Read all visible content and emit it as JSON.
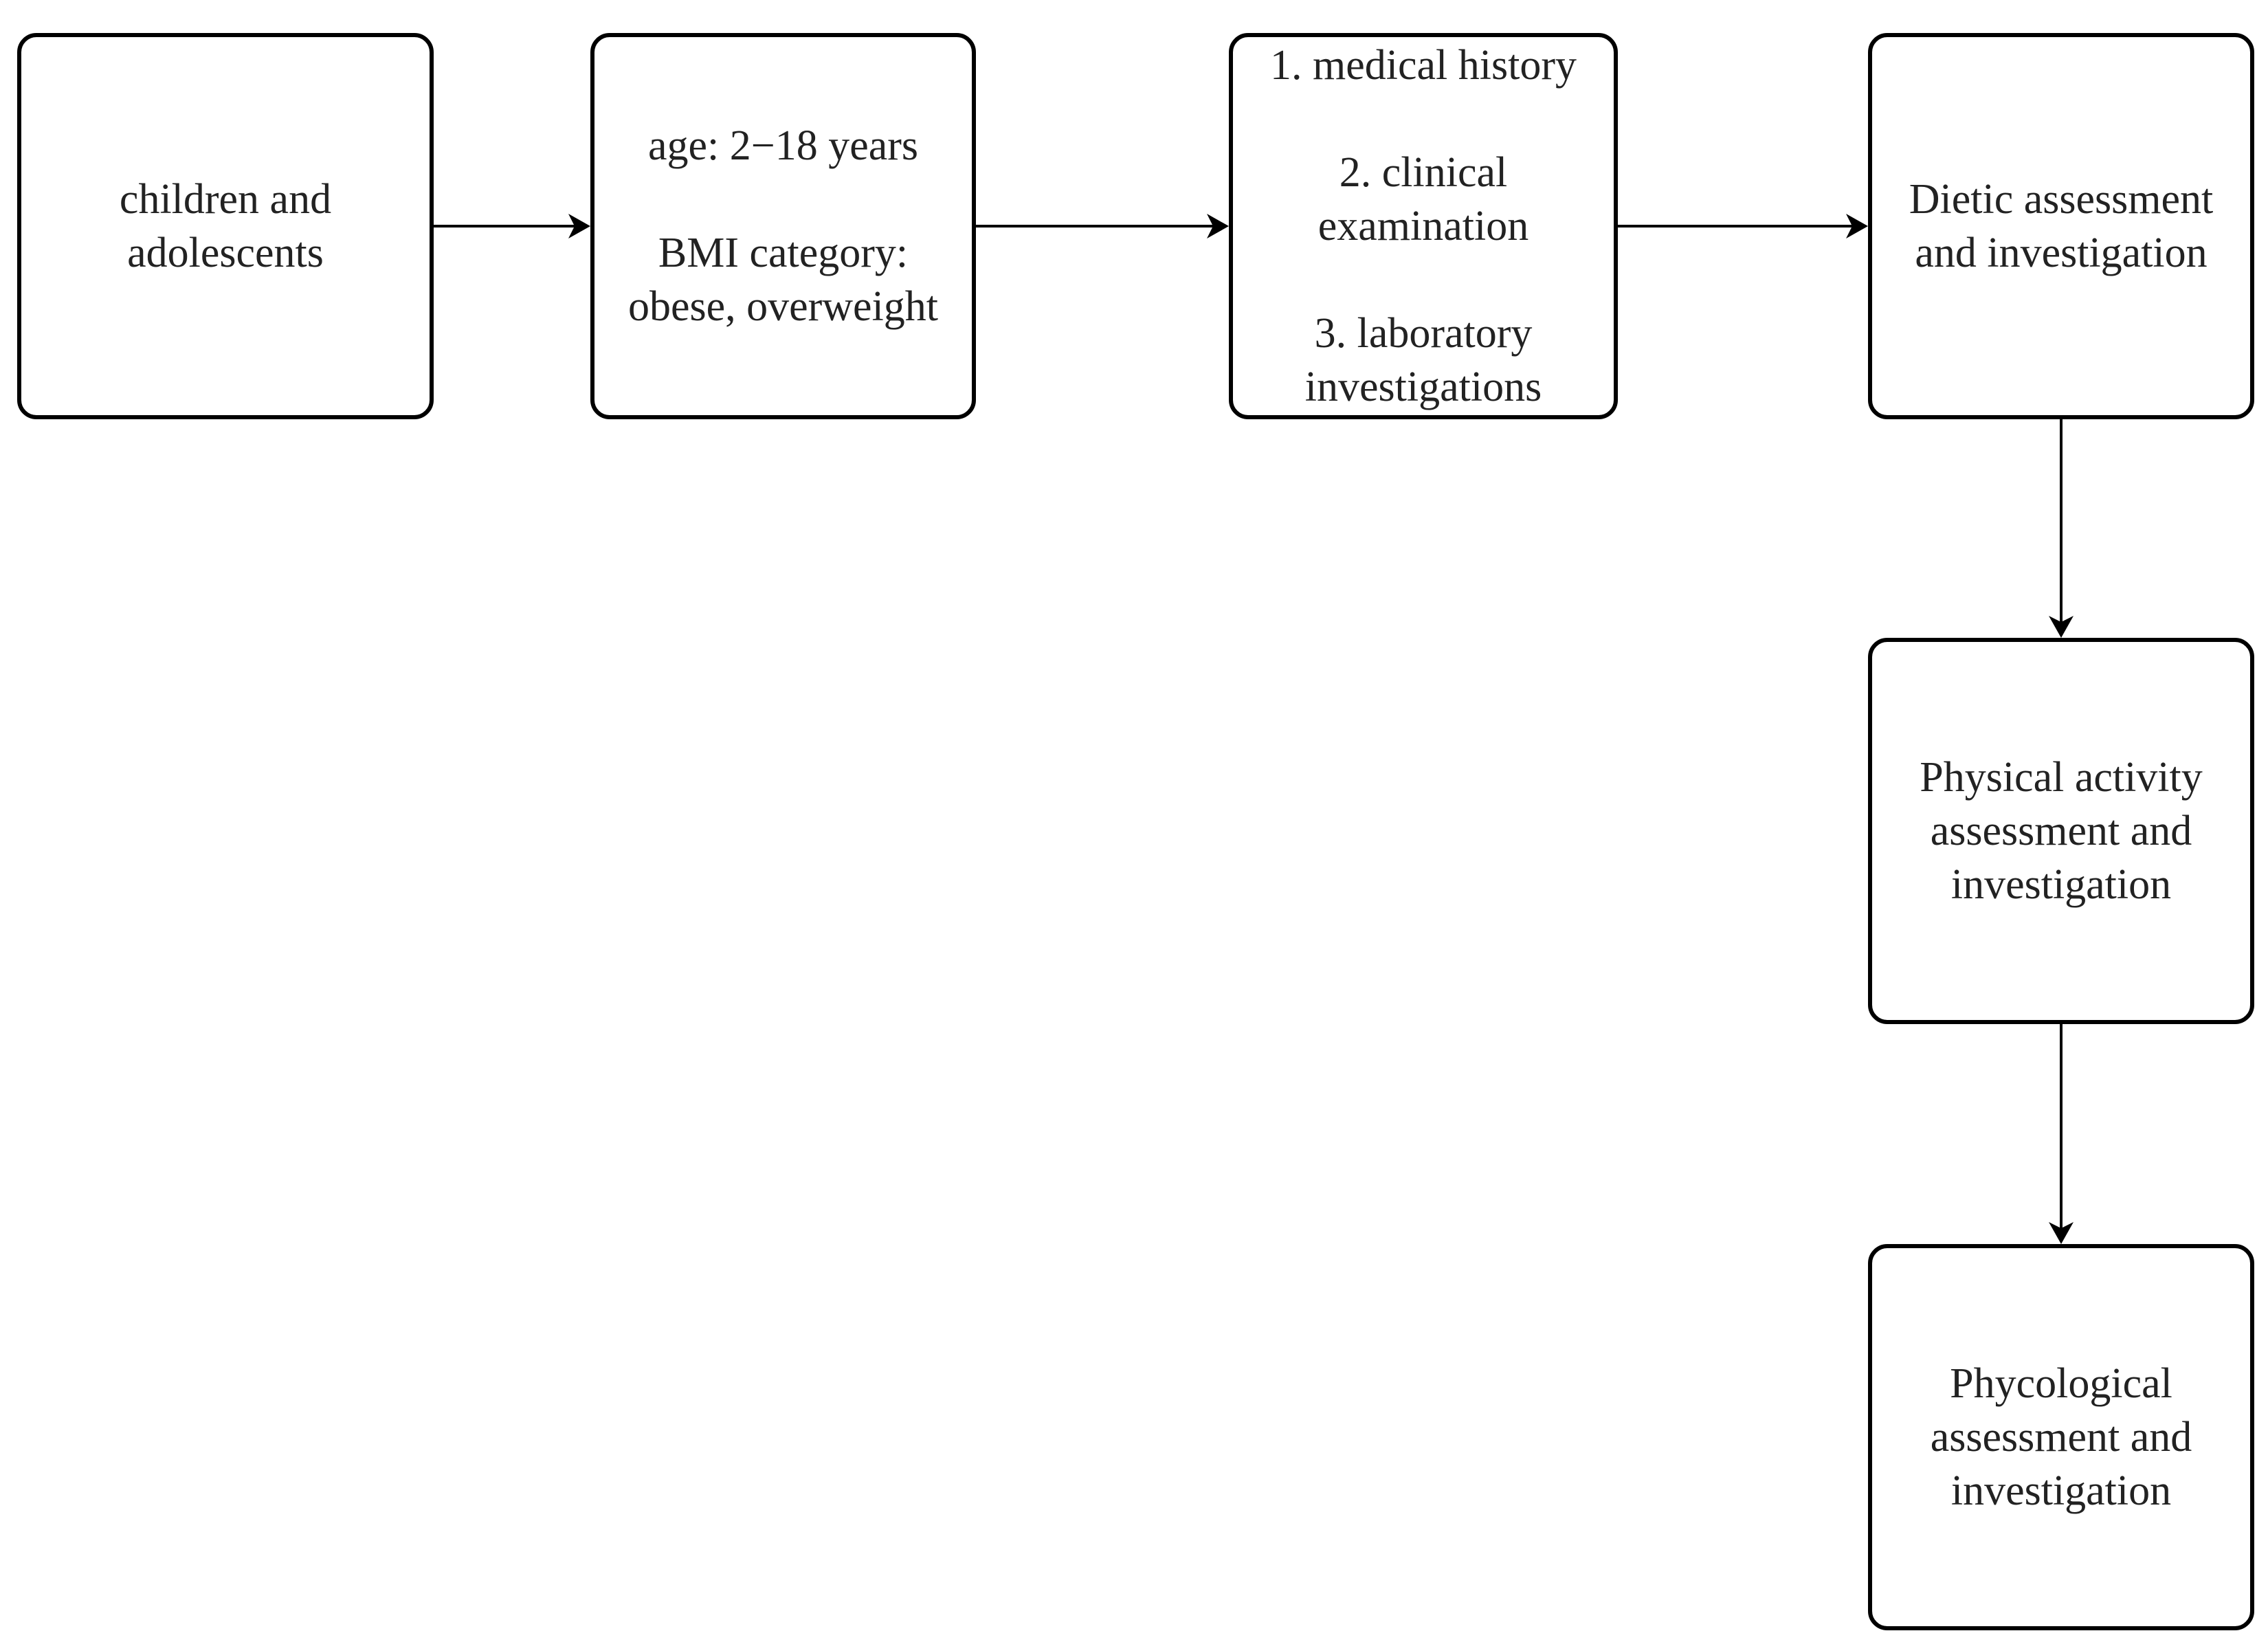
{
  "diagram": {
    "nodes": {
      "children": {
        "lines": [
          "children and",
          "adolescents"
        ]
      },
      "criteria": {
        "age": "age: 2−18 years",
        "bmi_line1": "BMI category:",
        "bmi_line2": "obese, overweight"
      },
      "medical": {
        "item1": "1. medical history",
        "item2_line1": "2. clinical",
        "item2_line2": "examination",
        "item3_line1": "3. laboratory",
        "item3_line2": "investigations"
      },
      "dietic": {
        "lines": [
          "Dietic assessment",
          "and investigation"
        ]
      },
      "physical": {
        "lines": [
          "Physical activity",
          "assessment and",
          "investigation"
        ]
      },
      "phycological": {
        "lines": [
          "Phycological",
          "assessment and",
          "investigation"
        ]
      }
    },
    "colors": {
      "border": "#000000",
      "text": "#222222",
      "background": "#ffffff"
    }
  }
}
